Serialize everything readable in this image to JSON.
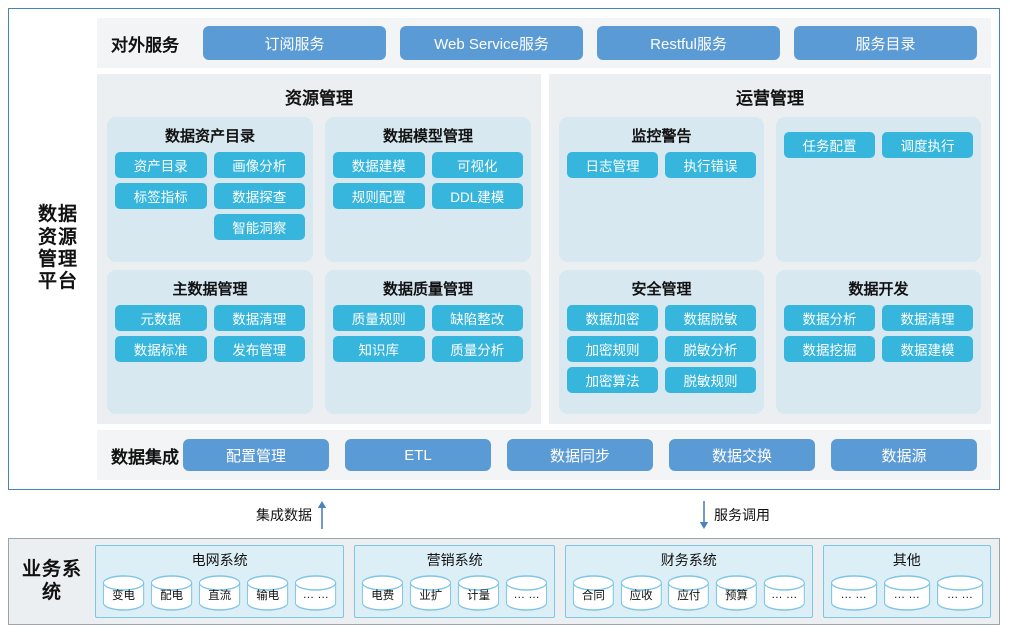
{
  "platform": {
    "label": "数据资源管理平台",
    "external_services": {
      "title": "对外服务",
      "buttons": [
        {
          "label": "订阅服务"
        },
        {
          "label": "Web Service服务"
        },
        {
          "label": "Restful服务"
        },
        {
          "label": "服务目录"
        }
      ]
    },
    "panels": [
      {
        "title": "资源管理",
        "cards": [
          {
            "title": "数据资产目录",
            "tags": [
              "资产目录",
              "画像分析",
              "标签指标",
              "数据探查",
              "",
              "智能洞察"
            ]
          },
          {
            "title": "数据模型管理",
            "tags": [
              "数据建模",
              "可视化",
              "规则配置",
              "DDL建模"
            ]
          },
          {
            "title": "主数据管理",
            "tags": [
              "元数据",
              "数据清理",
              "数据标准",
              "发布管理"
            ]
          },
          {
            "title": "数据质量管理",
            "tags": [
              "质量规则",
              "缺陷整改",
              "知识库",
              "质量分析"
            ]
          }
        ]
      },
      {
        "title": "运营管理",
        "cards": [
          {
            "title": "监控警告",
            "tags": [
              "日志管理",
              "执行错误"
            ]
          },
          {
            "title": "",
            "tags": [
              "任务配置",
              "调度执行"
            ]
          },
          {
            "title": "安全管理",
            "tags": [
              "数据加密",
              "数据脱敏",
              "加密规则",
              "脱敏分析",
              "加密算法",
              "脱敏规则"
            ]
          },
          {
            "title": "数据开发",
            "tags": [
              "数据分析",
              "数据清理",
              "数据挖掘",
              "数据建模"
            ]
          }
        ]
      }
    ],
    "data_integration": {
      "title": "数据集成",
      "buttons": [
        {
          "label": "配置管理"
        },
        {
          "label": "ETL"
        },
        {
          "label": "数据同步"
        },
        {
          "label": "数据交换"
        },
        {
          "label": "数据源"
        }
      ]
    }
  },
  "connectors": [
    {
      "label": "集成数据",
      "direction": "up"
    },
    {
      "label": "服务调用",
      "direction": "down"
    }
  ],
  "business_systems": {
    "label": "业务系统",
    "groups": [
      {
        "title": "电网系统",
        "items": [
          "变电",
          "配电",
          "直流",
          "输电",
          "… …"
        ]
      },
      {
        "title": "营销系统",
        "items": [
          "电费",
          "业扩",
          "计量",
          "… …"
        ]
      },
      {
        "title": "财务系统",
        "items": [
          "合同",
          "应收",
          "应付",
          "预算",
          "… …"
        ]
      },
      {
        "title": "其他",
        "items": [
          "… …",
          "… …",
          "… …"
        ]
      }
    ]
  },
  "colors": {
    "service_button": "#5b9bd5",
    "tag": "#36b6dd",
    "card_background": "#d7e8f1",
    "panel_background": "#eceff1",
    "frame_border": "#4a82b9",
    "group_border": "#7ec6e4"
  }
}
